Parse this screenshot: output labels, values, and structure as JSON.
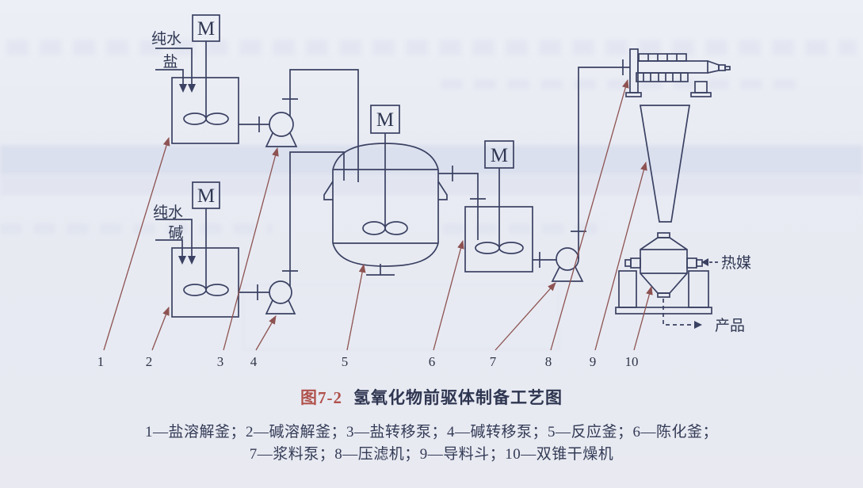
{
  "figure": {
    "number": "图7-2",
    "title": "氢氧化物前驱体制备工艺图",
    "legend_line1": "1—盐溶解釜；2—碱溶解釜；3—盐转移泵；4—碱转移泵；5—反应釜；6—陈化釜；",
    "legend_line2": "7—浆料泵；8—压滤机；9—导料斗；10—双锥干燥机"
  },
  "labels": {
    "motor": "M",
    "pure_water": "纯水",
    "salt": "盐",
    "alkali": "碱",
    "heat_medium": "热媒",
    "product": "产品"
  },
  "callouts": [
    "1",
    "2",
    "3",
    "4",
    "5",
    "6",
    "7",
    "8",
    "9",
    "10"
  ],
  "equipment": [
    {
      "number": "1",
      "name": "盐溶解釜"
    },
    {
      "number": "2",
      "name": "碱溶解釜"
    },
    {
      "number": "3",
      "name": "盐转移泵"
    },
    {
      "number": "4",
      "name": "碱转移泵"
    },
    {
      "number": "5",
      "name": "反应釜"
    },
    {
      "number": "6",
      "name": "陈化釜"
    },
    {
      "number": "7",
      "name": "浆料泵"
    },
    {
      "number": "8",
      "name": "压滤机"
    },
    {
      "number": "9",
      "name": "导料斗"
    },
    {
      "number": "10",
      "name": "双锥干燥机"
    }
  ],
  "colors": {
    "diagram_line": "#3a4162",
    "leader_line": "#8d5251",
    "figure_number": "#b0524c",
    "text": "#2f3752",
    "page_background": "#e9ebf3",
    "highlight_band": "#d3daeb"
  }
}
